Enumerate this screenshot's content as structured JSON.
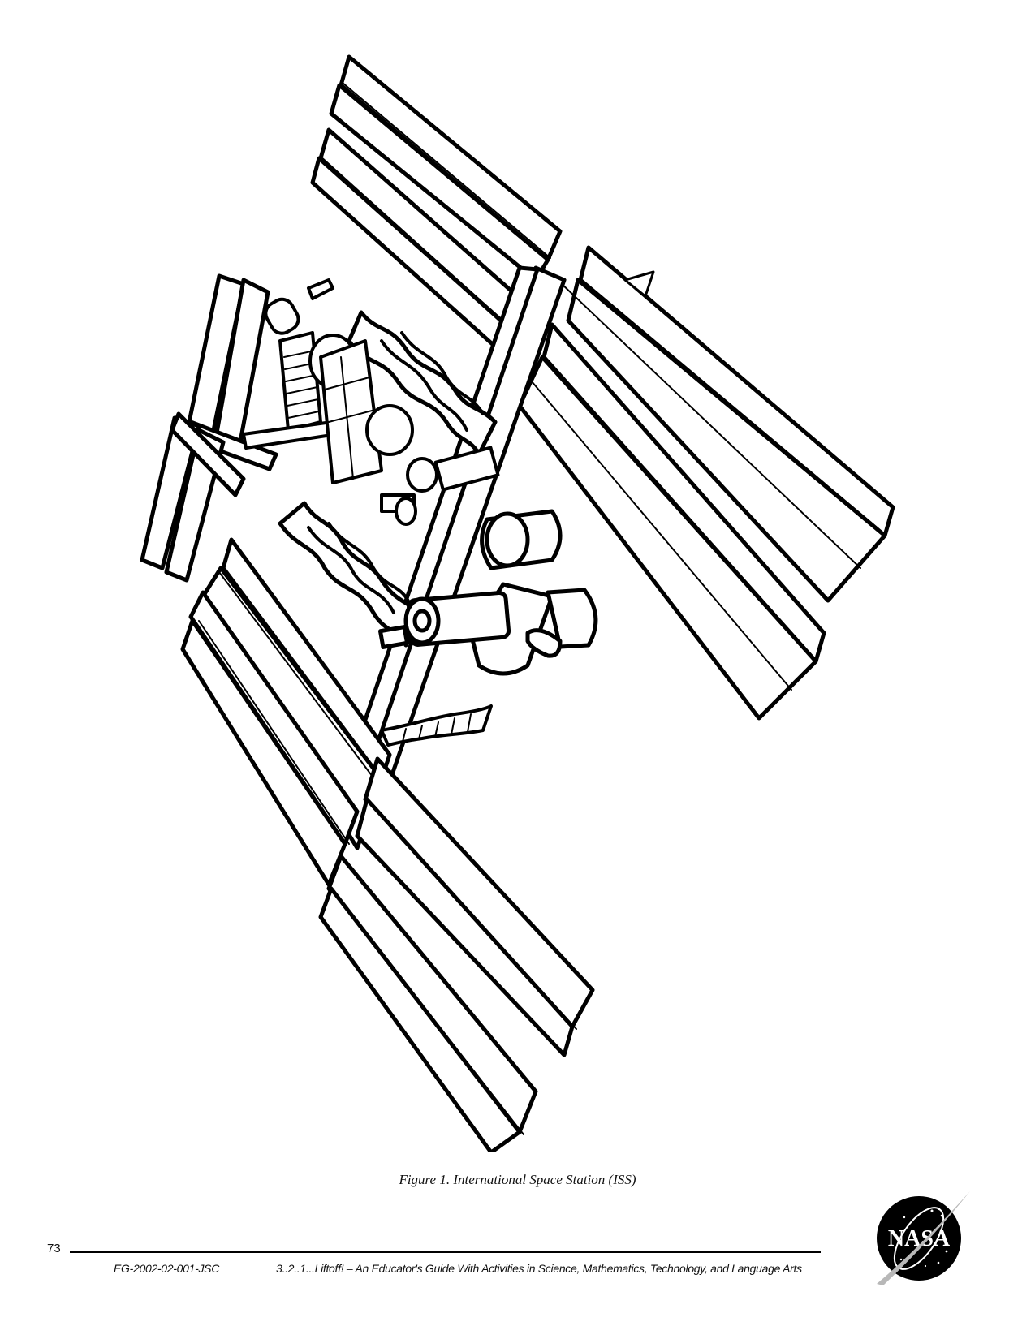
{
  "figure": {
    "subject": "International Space Station line drawing",
    "caption": "Figure 1.  International Space Station (ISS)"
  },
  "footer": {
    "page_number": "73",
    "document_id": "EG-2002-02-001-JSC",
    "document_title": "3..2..1...Liftoff! – An Educator's Guide With Activities in Science, Mathematics, Technology, and Language Arts",
    "logo_text": "NASA",
    "logo_icon": "nasa-meatball-logo"
  },
  "colors": {
    "ink": "#000000",
    "paper": "#ffffff",
    "logo_swoosh": "#b8b8b8"
  }
}
